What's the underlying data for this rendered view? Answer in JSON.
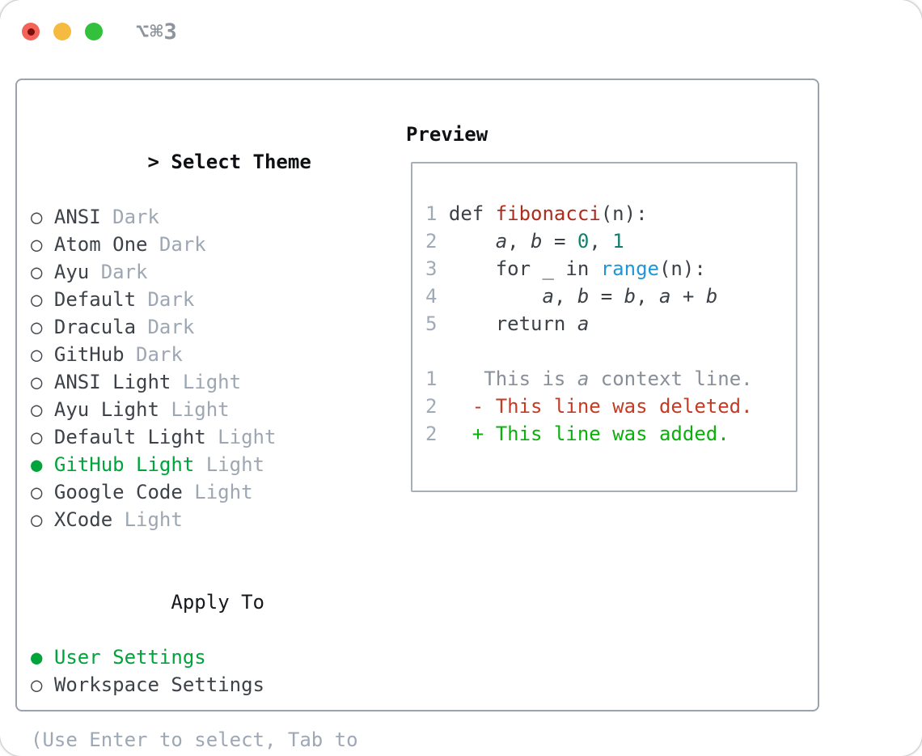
{
  "window": {
    "title": "⌥⌘3",
    "traffic_lights": [
      {
        "icon": "close-icon",
        "color": "#f4635a"
      },
      {
        "icon": "minimize-icon",
        "color": "#f5bb40"
      },
      {
        "icon": "zoom-icon",
        "color": "#33c13d"
      }
    ]
  },
  "theme_picker": {
    "prompt": ">",
    "title": "Select Theme",
    "radio_unselected_icon": "○",
    "radio_selected_icon": "●",
    "items": [
      {
        "name": "ANSI",
        "variant": "Dark",
        "selected": false
      },
      {
        "name": "Atom One",
        "variant": "Dark",
        "selected": false
      },
      {
        "name": "Ayu",
        "variant": "Dark",
        "selected": false
      },
      {
        "name": "Default",
        "variant": "Dark",
        "selected": false
      },
      {
        "name": "Dracula",
        "variant": "Dark",
        "selected": false
      },
      {
        "name": "GitHub",
        "variant": "Dark",
        "selected": false
      },
      {
        "name": "ANSI Light",
        "variant": "Light",
        "selected": false
      },
      {
        "name": "Ayu Light",
        "variant": "Light",
        "selected": false
      },
      {
        "name": "Default Light",
        "variant": "Light",
        "selected": false
      },
      {
        "name": "GitHub Light",
        "variant": "Light",
        "selected": true
      },
      {
        "name": "Google Code",
        "variant": "Light",
        "selected": false
      },
      {
        "name": "XCode",
        "variant": "Light",
        "selected": false
      }
    ],
    "apply_to": {
      "title": "Apply To",
      "options": [
        {
          "label": "User Settings",
          "selected": true
        },
        {
          "label": "Workspace Settings",
          "selected": false
        }
      ]
    },
    "hint": "(Use Enter to select, Tab to change focus)"
  },
  "preview": {
    "title": "Preview",
    "lines": [
      {
        "num": "1",
        "tokens": [
          {
            "t": "def ",
            "s": "plain"
          },
          {
            "t": "fibonacci",
            "s": "func"
          },
          {
            "t": "(n):",
            "s": "plain"
          }
        ]
      },
      {
        "num": "2",
        "tokens": [
          {
            "t": "    ",
            "s": "plain"
          },
          {
            "t": "a",
            "s": "var"
          },
          {
            "t": ", ",
            "s": "plain"
          },
          {
            "t": "b",
            "s": "var"
          },
          {
            "t": " = ",
            "s": "plain"
          },
          {
            "t": "0",
            "s": "num"
          },
          {
            "t": ", ",
            "s": "plain"
          },
          {
            "t": "1",
            "s": "num"
          }
        ]
      },
      {
        "num": "3",
        "tokens": [
          {
            "t": "    for _ in ",
            "s": "plain"
          },
          {
            "t": "range",
            "s": "builtin"
          },
          {
            "t": "(n):",
            "s": "plain"
          }
        ]
      },
      {
        "num": "4",
        "tokens": [
          {
            "t": "        ",
            "s": "plain"
          },
          {
            "t": "a",
            "s": "var"
          },
          {
            "t": ", ",
            "s": "plain"
          },
          {
            "t": "b",
            "s": "var"
          },
          {
            "t": " = ",
            "s": "plain"
          },
          {
            "t": "b",
            "s": "var"
          },
          {
            "t": ", ",
            "s": "plain"
          },
          {
            "t": "a",
            "s": "var"
          },
          {
            "t": " + ",
            "s": "plain"
          },
          {
            "t": "b",
            "s": "var"
          }
        ]
      },
      {
        "num": "5",
        "tokens": [
          {
            "t": "    return ",
            "s": "plain"
          },
          {
            "t": "a",
            "s": "var"
          }
        ]
      },
      {
        "num": "",
        "tokens": []
      },
      {
        "num": "1",
        "tokens": [
          {
            "t": "   This is ",
            "s": "ctx"
          },
          {
            "t": "a",
            "s": "ctx_var"
          },
          {
            "t": " context line.",
            "s": "ctx"
          }
        ]
      },
      {
        "num": "2",
        "tokens": [
          {
            "t": "  - This line was deleted.",
            "s": "del"
          }
        ]
      },
      {
        "num": "2",
        "tokens": [
          {
            "t": "  + This line was added.",
            "s": "add"
          }
        ]
      }
    ]
  },
  "colors": {
    "green_select": "#00a43a",
    "green_added": "#0bb00d",
    "red_deleted": "#c43b26",
    "red_function": "#ad2d1d",
    "blue_builtin": "#2096d6",
    "teal_literal": "#12806c",
    "traffic_red": "#f4635a",
    "traffic_yellow": "#f5bb40",
    "traffic_green": "#33c13d"
  }
}
